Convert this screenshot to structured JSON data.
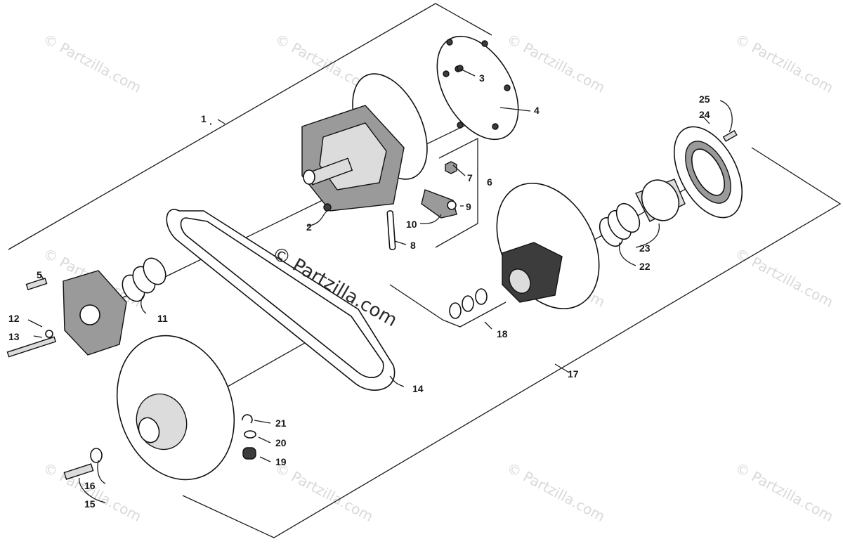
{
  "watermark": "© Partzilla.com",
  "callouts": [
    {
      "id": "1",
      "text": "1"
    },
    {
      "id": "2",
      "text": "2"
    },
    {
      "id": "3",
      "text": "3"
    },
    {
      "id": "4",
      "text": "4"
    },
    {
      "id": "5",
      "text": "5"
    },
    {
      "id": "6",
      "text": "6"
    },
    {
      "id": "7",
      "text": "7"
    },
    {
      "id": "8",
      "text": "8"
    },
    {
      "id": "9",
      "text": "9"
    },
    {
      "id": "10",
      "text": "10"
    },
    {
      "id": "11",
      "text": "11"
    },
    {
      "id": "12",
      "text": "12"
    },
    {
      "id": "13",
      "text": "13"
    },
    {
      "id": "14",
      "text": "14"
    },
    {
      "id": "15",
      "text": "15"
    },
    {
      "id": "16",
      "text": "16"
    },
    {
      "id": "17",
      "text": "17"
    },
    {
      "id": "18",
      "text": "18"
    },
    {
      "id": "19",
      "text": "19"
    },
    {
      "id": "20",
      "text": "20"
    },
    {
      "id": "21",
      "text": "21"
    },
    {
      "id": "22",
      "text": "22"
    },
    {
      "id": "23",
      "text": "23"
    },
    {
      "id": "24",
      "text": "24"
    },
    {
      "id": "25",
      "text": "25"
    }
  ]
}
